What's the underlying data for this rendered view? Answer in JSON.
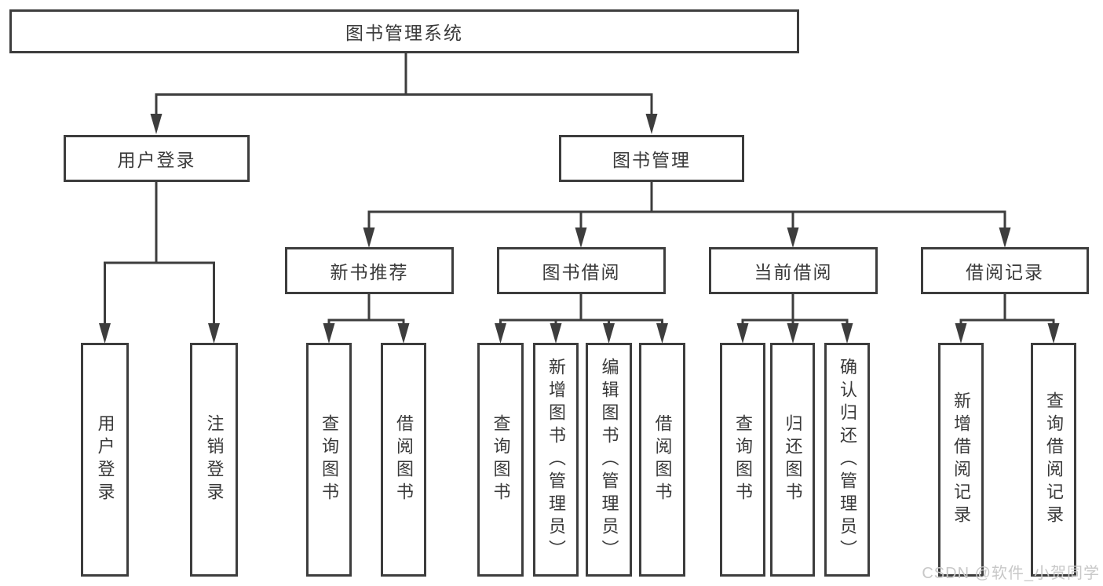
{
  "diagram": {
    "root": {
      "label": "图书管理系统"
    },
    "branches": [
      {
        "label": "用户登录"
      },
      {
        "label": "图书管理"
      }
    ],
    "modules": [
      {
        "label": "新书推荐"
      },
      {
        "label": "图书借阅"
      },
      {
        "label": "当前借阅"
      },
      {
        "label": "借阅记录"
      }
    ],
    "functions": [
      {
        "label": "用户登录"
      },
      {
        "label": "注销登录"
      },
      {
        "label": "查询图书"
      },
      {
        "label": "借阅图书"
      },
      {
        "label": "查询图书"
      },
      {
        "label": "新增图书（管理员）"
      },
      {
        "label": "编辑图书（管理员）"
      },
      {
        "label": "借阅图书"
      },
      {
        "label": "查询图书"
      },
      {
        "label": "归还图书"
      },
      {
        "label": "确认归还（管理员）"
      },
      {
        "label": "新增借阅记录"
      },
      {
        "label": "查询借阅记录"
      }
    ]
  },
  "watermark": {
    "text": "CSDN @软件_小贺同学"
  },
  "colors": {
    "line": "#3d3d3d",
    "text": "#3a3a3a",
    "watermark": "#c8c8c8",
    "background": "#ffffff"
  }
}
